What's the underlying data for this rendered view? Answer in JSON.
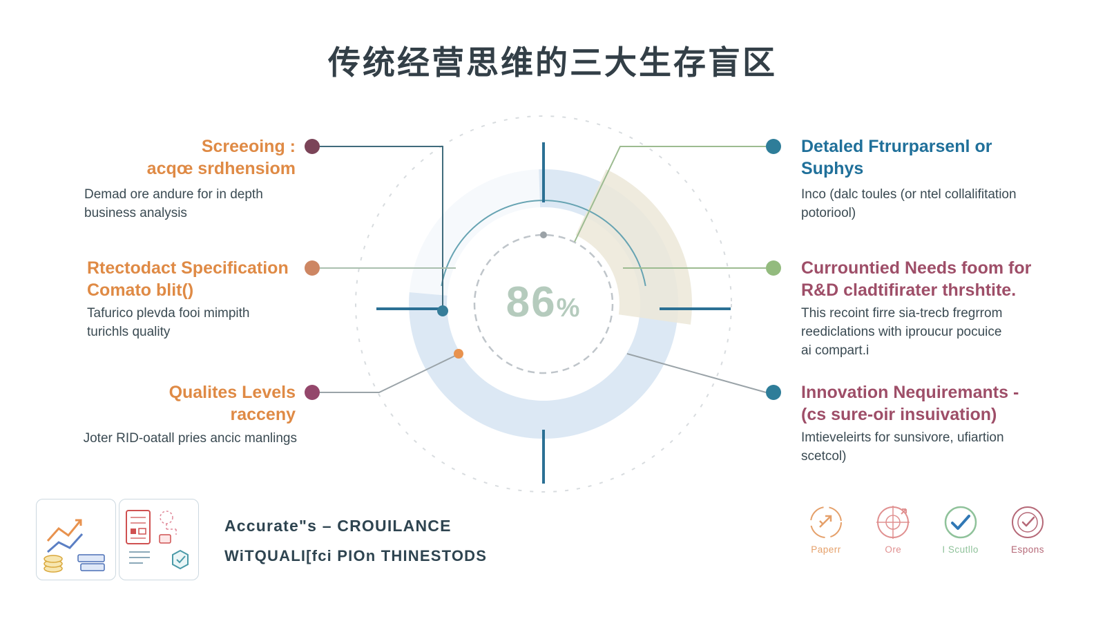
{
  "title": "传统经营思维的三大生存盲区",
  "gauge": {
    "value": "86",
    "unit": "%"
  },
  "left_items": [
    {
      "heading": "Screeoing :\nacqœ srdhensiom",
      "body": "Demad ore andure for in depth\nbusiness analysis",
      "dot_color": "#7b4458"
    },
    {
      "heading": "Rtectodact Specification\nComato blit()",
      "body": "Tafurico plevda fooi mimpith\nturichls quality",
      "dot_color": "#cd8663"
    },
    {
      "heading": "Qualites Levels\nracceny",
      "body": "Joter RID-oatall pries ancic manlings",
      "dot_color": "#94476b"
    }
  ],
  "right_items": [
    {
      "heading": "Detaled Ftrurparsenl or\nSuphys",
      "body": "Inco (dalc toules (or ntel collalifitation\npotoriool)",
      "heading_color": "#20709a",
      "dot_color": "#2e7d99"
    },
    {
      "heading": "Currountied Needs foom for\nR&D cladtifirater thrshtite.",
      "body": "This recoint firre sia-trecb fregrrom\nreediclations with iproucur pocuice\nai compart.i",
      "heading_color": "#9e4e68",
      "dot_color": "#93bb7e"
    },
    {
      "heading": "Innovation Nequiremants -\n(cs sure-oir insuivation)",
      "body": "Imtieveleirts for sunsivore, ufiartion\nscetcol)",
      "heading_color": "#9e4e68",
      "dot_color": "#2e7d99"
    }
  ],
  "footer": {
    "caption_line1": "Accurate\"s – CROUILANCE",
    "caption_line2": "WiTQUALI[fci PIOn THINESTODS",
    "badges": [
      {
        "label": "Paperr",
        "color": "#e5a06a",
        "icon": "trend-arrow"
      },
      {
        "label": "Ore",
        "color": "#e09090",
        "icon": "globe-target"
      },
      {
        "label": "I Scutllo",
        "color": "#8fc29a",
        "icon": "check",
        "check_color": "#3178b5"
      },
      {
        "label": "Espons",
        "color": "#b56877",
        "icon": "check-circle"
      }
    ]
  },
  "colors": {
    "left_heading": "#df8a45",
    "body_text": "#3a4a52",
    "title": "#333f47",
    "gauge_text": "#b5cbbd",
    "ring_blue": "#dce8f4",
    "ring_beige": "#ece8d8",
    "quadrant_line": "#2b7094"
  }
}
